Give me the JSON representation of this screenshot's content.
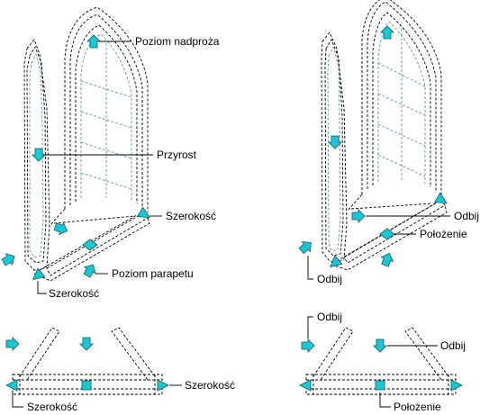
{
  "labels": {
    "lintel_level": "Poziom nadproża",
    "increment": "Przyrost",
    "width_top_right": "Szerokość",
    "sill_level": "Poziom parapetu",
    "width_bottom_left": "Szerokość",
    "flip_right": "Odbij",
    "position_right": "Położenie",
    "flip_left": "Odbij",
    "width_plan": "Szerokość",
    "width_plan_left": "Szerokość",
    "flip_plan_top": "Odbij",
    "flip_plan_right": "Odbij",
    "position_plan": "Położenie"
  },
  "colors": {
    "grip": "#1cc7d4",
    "line": "#000000",
    "glazing": "#5a9aa8"
  },
  "icons": [
    "arrow-grip-icon",
    "diamond-grip-icon",
    "square-grip-icon",
    "triangle-grip-icon"
  ]
}
